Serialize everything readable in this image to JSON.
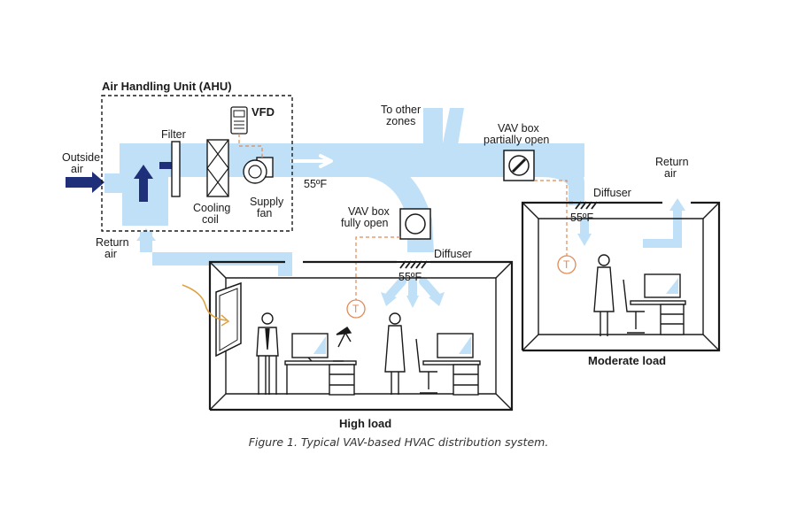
{
  "ahu": {
    "title": "Air Handling Unit (AHU)",
    "vfd": "VFD",
    "filter": "Filter",
    "cooling_coil": [
      "Cooling",
      "coil"
    ],
    "supply_fan": [
      "Supply",
      "fan"
    ]
  },
  "outside_air": [
    "Outside",
    "air"
  ],
  "return_air_ahu": [
    "Return",
    "air"
  ],
  "return_air_moderate": [
    "Return",
    "air"
  ],
  "to_other_zones": [
    "To other",
    "zones"
  ],
  "supply_temp": "55ºF",
  "vav_fully_open": [
    "VAV box",
    "fully open"
  ],
  "vav_partially_open": [
    "VAV box",
    "partially open"
  ],
  "diffuser_high": "Diffuser",
  "diffuser_moderate": "Diffuser",
  "temp_high": "55ºF",
  "temp_moderate": "55ºF",
  "thermostat_symbol": "T",
  "room_high_label": "High load",
  "room_moderate_label": "Moderate load",
  "caption": "Figure 1. Typical VAV-based HVAC distribution system.",
  "colors": {
    "air": "#bfe0f6",
    "arrow": "#1f2f7a",
    "sensor": "#e08a55",
    "sun": "#e0a040",
    "line": "#1a1a1a"
  }
}
